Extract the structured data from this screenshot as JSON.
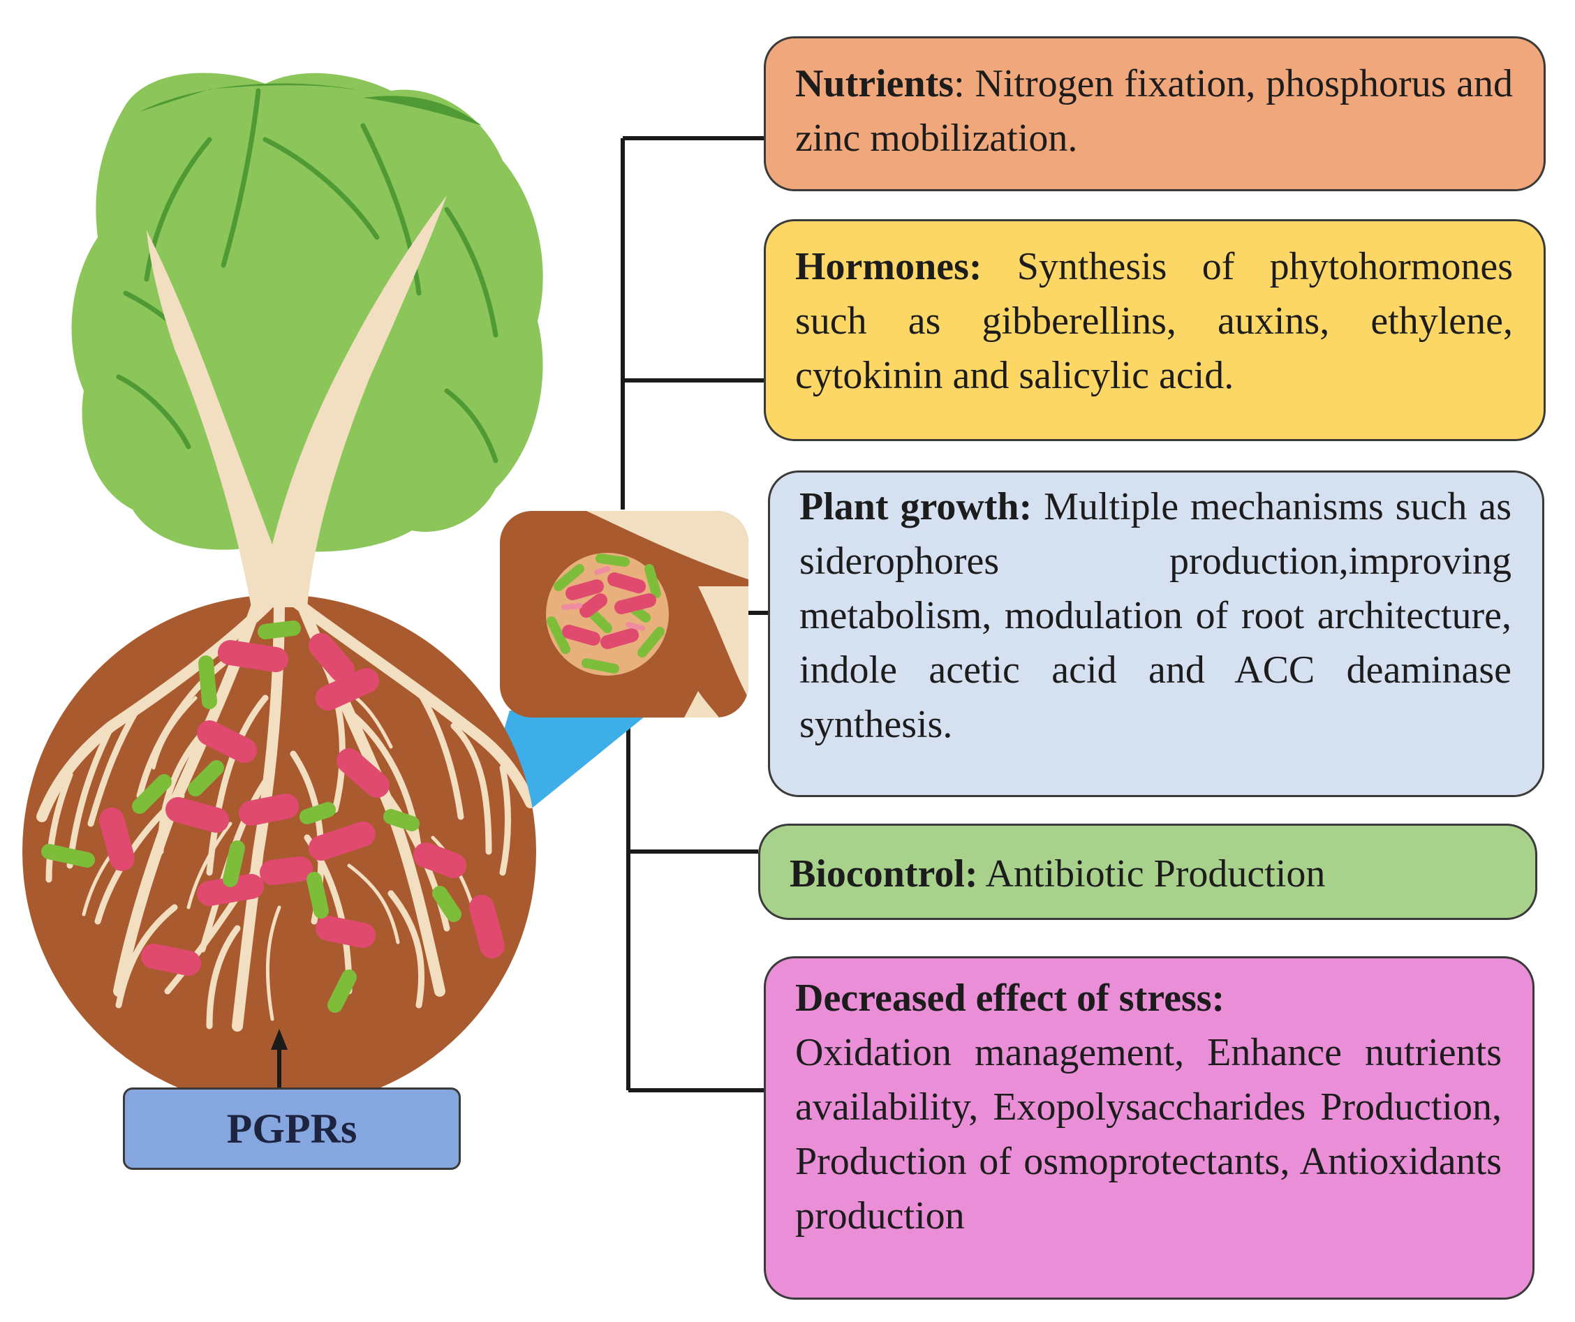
{
  "source_label": "PGPRs",
  "colors": {
    "nutrients": "#f0a77c",
    "hormones": "#fdd765",
    "growth": "#d5e1f1",
    "biocontrol": "#a8d18c",
    "stress": "#e98ed7",
    "pgprs": "#86a6df",
    "soil": "#a95a2f",
    "leaf": "#8cc65a",
    "root": "#f2dfc1",
    "zoom": "#3daee8",
    "bacteria_red": "#e04a6f",
    "bacteria_green": "#7dbd3a"
  },
  "boxes": {
    "nutrients": {
      "heading": "Nutrients",
      "separator": ":",
      "text": " Nitrogen fixation, phosphorus and zinc mobilization."
    },
    "hormones": {
      "heading": "Hormones:",
      "text": " Synthesis of phytohormones such as gibberellins, auxins, ethylene, cytokinin and salicylic acid."
    },
    "growth": {
      "heading": "Plant growth:",
      "text": " Multiple mechanisms such as siderophores production,improving metabolism, modulation of root architecture, indole acetic acid and ACC deaminase synthesis."
    },
    "biocontrol": {
      "heading": "Biocontrol:",
      "text": " Antibiotic Production"
    },
    "stress": {
      "heading": "Decreased effect of stress:",
      "text": "Oxidation management, Enhance nutrients availability, Exopolysaccharides Production, Production of osmoprotectants, Antioxidants production"
    }
  },
  "icons": {
    "plant": "lettuce-plant-icon",
    "soil": "soil-root-ball-icon",
    "bacteria": "bacteria-cluster-icon",
    "zoom": "magnifier-inset-icon"
  }
}
